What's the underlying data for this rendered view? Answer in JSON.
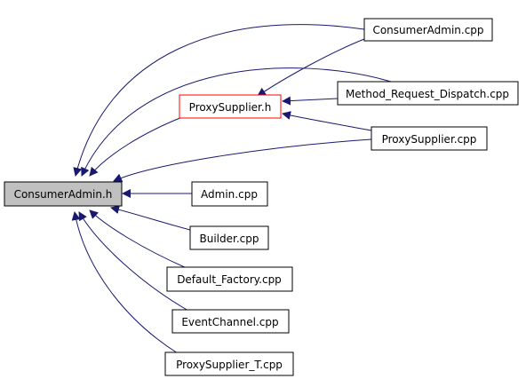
{
  "colors": {
    "edge": "#191970",
    "node_border": "#000000",
    "highlight_border": "#ff0000",
    "root_fill": "#c0c0c0",
    "node_fill": "#ffffff"
  },
  "nodes": {
    "consumeradmin_h": "ConsumerAdmin.h",
    "consumeradmin_cpp": "ConsumerAdmin.cpp",
    "proxysupplier_h": "ProxySupplier.h",
    "method_request_dispatch_cpp": "Method_Request_Dispatch.cpp",
    "proxysupplier_cpp": "ProxySupplier.cpp",
    "admin_cpp": "Admin.cpp",
    "builder_cpp": "Builder.cpp",
    "default_factory_cpp": "Default_Factory.cpp",
    "eventchannel_cpp": "EventChannel.cpp",
    "proxysupplier_t_cpp": "ProxySupplier_T.cpp"
  }
}
